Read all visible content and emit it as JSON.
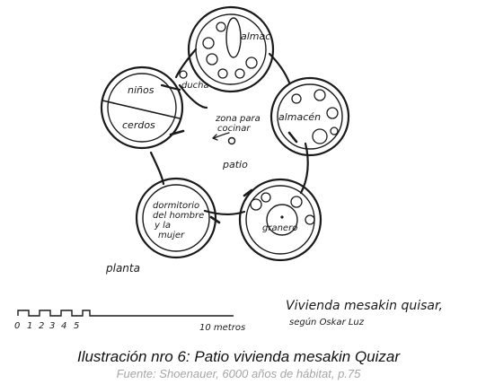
{
  "diagram": {
    "rooms": {
      "almacen_top": "almac",
      "ducha": "ducha",
      "ninos": "niños",
      "cerdos": "cerdos",
      "almacen_right": "almacén",
      "dormitorio_line1": "dormitorio",
      "dormitorio_line2": "del hombre",
      "dormitorio_line3": "y la",
      "dormitorio_line4": "mujer",
      "granero": "granero"
    },
    "center": {
      "cocina_line1": "zona para",
      "cocina_line2": "cocinar",
      "patio": "patio"
    },
    "plan_label": "planta",
    "scale": {
      "ticks": [
        "0",
        "1",
        "2",
        "3",
        "4",
        "5"
      ],
      "end_label": "10 metros"
    },
    "note_line1": "Vivienda mesakin quisar,",
    "note_line2": "según Oskar Luz"
  },
  "caption": {
    "title": "Ilustración nro 6: Patio vivienda mesakin Quizar",
    "source": "Fuente: Shoenauer, 6000 años de hábitat, p.75"
  }
}
